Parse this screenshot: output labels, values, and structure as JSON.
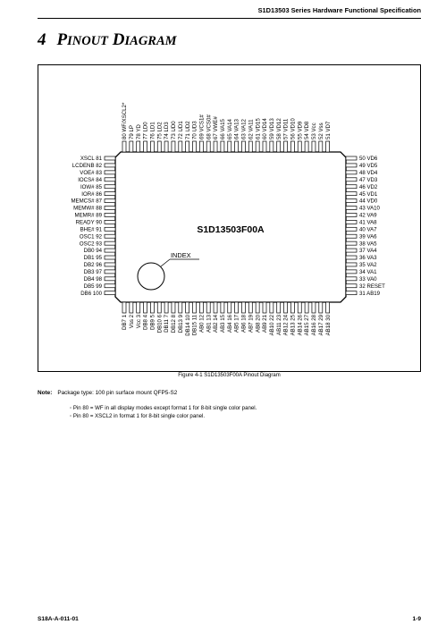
{
  "header": {
    "doc_title": "S1D13503 Series Hardware Functional Specification"
  },
  "section": {
    "number": "4",
    "title_first_cap": "P",
    "title_rest1": "INOUT",
    "title_cap2": "D",
    "title_rest2": "IAGRAM"
  },
  "chip": {
    "part_name": "S1D13503F00A",
    "index_label": "INDEX",
    "top_pins": [
      {
        "num": "80",
        "name": "WF/XSCL2*"
      },
      {
        "num": "79",
        "name": "LP"
      },
      {
        "num": "78",
        "name": "YD"
      },
      {
        "num": "77",
        "name": "LD0"
      },
      {
        "num": "76",
        "name": "LD1"
      },
      {
        "num": "75",
        "name": "LD2"
      },
      {
        "num": "74",
        "name": "LD3"
      },
      {
        "num": "73",
        "name": "UD0"
      },
      {
        "num": "72",
        "name": "UD1"
      },
      {
        "num": "71",
        "name": "UD2"
      },
      {
        "num": "70",
        "name": "UD3"
      },
      {
        "num": "69",
        "name": "VCS1#"
      },
      {
        "num": "68",
        "name": "VCS0#"
      },
      {
        "num": "67",
        "name": "VWE#"
      },
      {
        "num": "66",
        "name": "VA15"
      },
      {
        "num": "65",
        "name": "VA14"
      },
      {
        "num": "64",
        "name": "VA13"
      },
      {
        "num": "63",
        "name": "VA12"
      },
      {
        "num": "62",
        "name": "VA11"
      },
      {
        "num": "61",
        "name": "VD15"
      },
      {
        "num": "60",
        "name": "VD14"
      },
      {
        "num": "59",
        "name": "VD13"
      },
      {
        "num": "58",
        "name": "VD12"
      },
      {
        "num": "57",
        "name": "VD11"
      },
      {
        "num": "56",
        "name": "VD10"
      },
      {
        "num": "55",
        "name": "VD9"
      },
      {
        "num": "54",
        "name": "VD8"
      },
      {
        "num": "53",
        "name": "Vcc"
      },
      {
        "num": "52",
        "name": "Vss"
      },
      {
        "num": "51",
        "name": "VD7"
      }
    ],
    "left_pins": [
      {
        "num": "81",
        "name": "XSCL"
      },
      {
        "num": "82",
        "name": "LCDENB"
      },
      {
        "num": "83",
        "name": "VOE#"
      },
      {
        "num": "84",
        "name": "IOCS#"
      },
      {
        "num": "85",
        "name": "IOW#"
      },
      {
        "num": "86",
        "name": "IOR#"
      },
      {
        "num": "87",
        "name": "MEMCS#"
      },
      {
        "num": "88",
        "name": "MEMW#"
      },
      {
        "num": "89",
        "name": "MEMR#"
      },
      {
        "num": "90",
        "name": "READY"
      },
      {
        "num": "91",
        "name": "BHE#"
      },
      {
        "num": "92",
        "name": "OSC1"
      },
      {
        "num": "93",
        "name": "OSC2"
      },
      {
        "num": "94",
        "name": "DB0"
      },
      {
        "num": "95",
        "name": "DB1"
      },
      {
        "num": "96",
        "name": "DB2"
      },
      {
        "num": "97",
        "name": "DB3"
      },
      {
        "num": "98",
        "name": "DB4"
      },
      {
        "num": "99",
        "name": "DB5"
      },
      {
        "num": "100",
        "name": "DB6"
      }
    ],
    "right_pins": [
      {
        "num": "50",
        "name": "VD6"
      },
      {
        "num": "49",
        "name": "VD5"
      },
      {
        "num": "48",
        "name": "VD4"
      },
      {
        "num": "47",
        "name": "VD3"
      },
      {
        "num": "46",
        "name": "VD2"
      },
      {
        "num": "45",
        "name": "VD1"
      },
      {
        "num": "44",
        "name": "VD0"
      },
      {
        "num": "43",
        "name": "VA10"
      },
      {
        "num": "42",
        "name": "VA9"
      },
      {
        "num": "41",
        "name": "VA8"
      },
      {
        "num": "40",
        "name": "VA7"
      },
      {
        "num": "39",
        "name": "VA6"
      },
      {
        "num": "38",
        "name": "VA5"
      },
      {
        "num": "37",
        "name": "VA4"
      },
      {
        "num": "36",
        "name": "VA3"
      },
      {
        "num": "35",
        "name": "VA2"
      },
      {
        "num": "34",
        "name": "VA1"
      },
      {
        "num": "33",
        "name": "VA0"
      },
      {
        "num": "32",
        "name": "RESET"
      },
      {
        "num": "31",
        "name": "AB19"
      }
    ],
    "bottom_pins": [
      {
        "num": "1",
        "name": "DB7"
      },
      {
        "num": "2",
        "name": "Vss"
      },
      {
        "num": "3",
        "name": "Vcc"
      },
      {
        "num": "4",
        "name": "DB8"
      },
      {
        "num": "5",
        "name": "DB9"
      },
      {
        "num": "6",
        "name": "DB10"
      },
      {
        "num": "7",
        "name": "DB11"
      },
      {
        "num": "8",
        "name": "DB12"
      },
      {
        "num": "9",
        "name": "DB13"
      },
      {
        "num": "10",
        "name": "DB14"
      },
      {
        "num": "11",
        "name": "DB15"
      },
      {
        "num": "12",
        "name": "AB0"
      },
      {
        "num": "13",
        "name": "AB1"
      },
      {
        "num": "14",
        "name": "AB2"
      },
      {
        "num": "15",
        "name": "AB3"
      },
      {
        "num": "16",
        "name": "AB4"
      },
      {
        "num": "17",
        "name": "AB5"
      },
      {
        "num": "18",
        "name": "AB6"
      },
      {
        "num": "19",
        "name": "AB7"
      },
      {
        "num": "20",
        "name": "AB8"
      },
      {
        "num": "21",
        "name": "AB9"
      },
      {
        "num": "22",
        "name": "AB10"
      },
      {
        "num": "23",
        "name": "AB11"
      },
      {
        "num": "24",
        "name": "AB12"
      },
      {
        "num": "25",
        "name": "AB13"
      },
      {
        "num": "26",
        "name": "AB14"
      },
      {
        "num": "27",
        "name": "AB15"
      },
      {
        "num": "28",
        "name": "AB16"
      },
      {
        "num": "29",
        "name": "AB17"
      },
      {
        "num": "30",
        "name": "AB18"
      }
    ]
  },
  "figure_caption": "Figure 4-1 S1D13503F00A Pinout Diagram",
  "note": {
    "label": "Note:",
    "text": "Package type: 100 pin surface mount QFP5-S2",
    "bullets": [
      "Pin 80 = WF in all display modes except format 1 for 8-bit single color panel.",
      "Pin 80 = XSCL2 in format 1 for 8-bit single color panel."
    ]
  },
  "footer": {
    "left": "S18A-A-011-01",
    "right": "1-9"
  }
}
